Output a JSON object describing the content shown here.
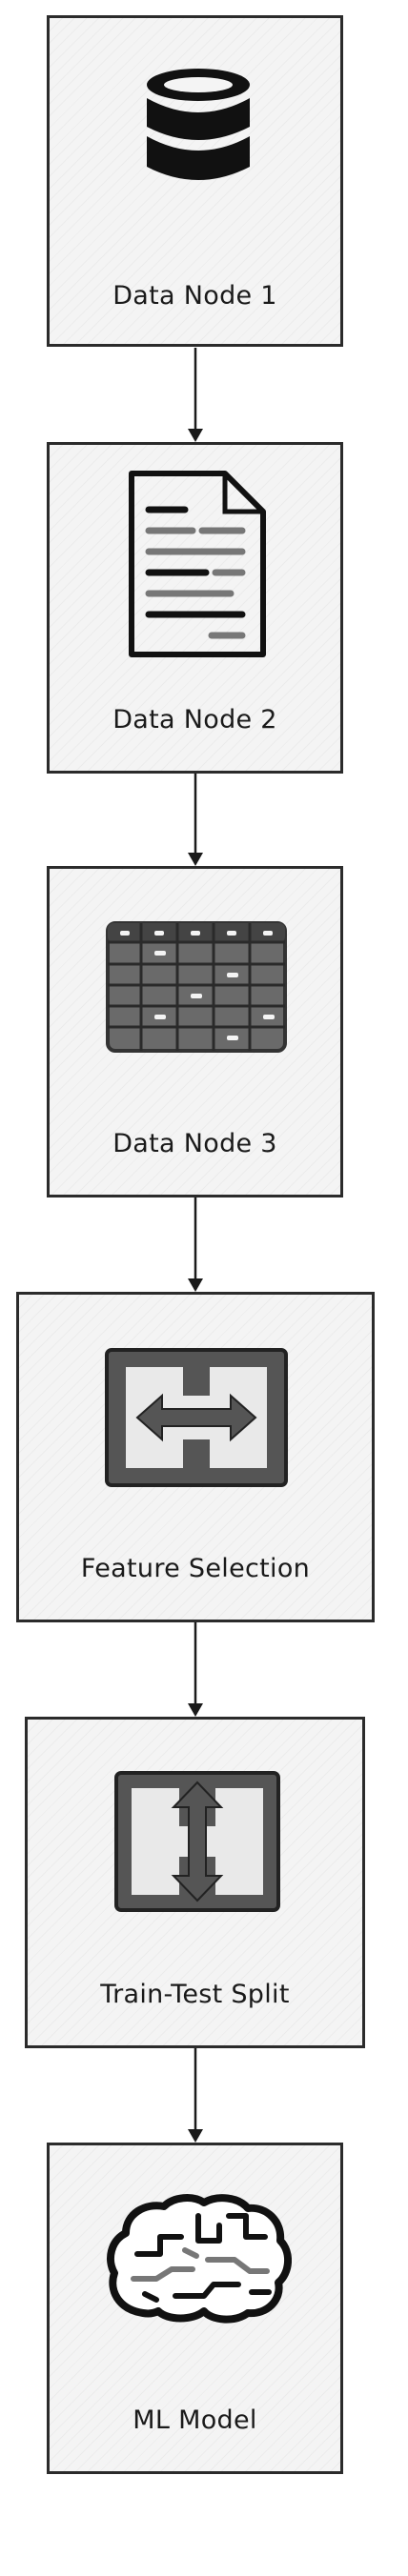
{
  "diagram": {
    "nodes": [
      {
        "id": "data-node-1",
        "label": "Data Node 1",
        "icon": "database-icon"
      },
      {
        "id": "data-node-2",
        "label": "Data Node 2",
        "icon": "document-icon"
      },
      {
        "id": "data-node-3",
        "label": "Data Node 3",
        "icon": "spreadsheet-icon"
      },
      {
        "id": "feature-selection",
        "label": "Feature Selection",
        "icon": "horizontal-arrows-icon"
      },
      {
        "id": "train-test-split",
        "label": "Train-Test Split",
        "icon": "vertical-arrows-icon"
      },
      {
        "id": "ml-model",
        "label": "ML Model",
        "icon": "brain-icon"
      }
    ],
    "edges": [
      {
        "from": "data-node-1",
        "to": "data-node-2"
      },
      {
        "from": "data-node-2",
        "to": "data-node-3"
      },
      {
        "from": "data-node-3",
        "to": "feature-selection"
      },
      {
        "from": "feature-selection",
        "to": "train-test-split"
      },
      {
        "from": "train-test-split",
        "to": "ml-model"
      }
    ],
    "colors": {
      "stroke": "#2b2b2b",
      "fill": "#f4f4f4",
      "icon": "#111111",
      "icon_gray": "#777777"
    }
  }
}
